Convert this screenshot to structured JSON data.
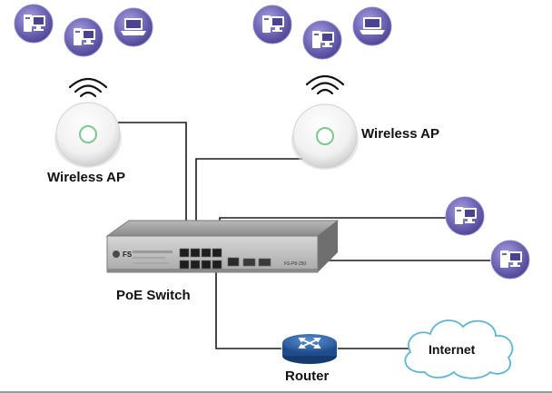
{
  "labels": {
    "ap_left": "Wireless AP",
    "ap_right": "Wireless AP",
    "switch": "PoE Switch",
    "router": "Router",
    "internet": "Internet"
  },
  "switch_face": {
    "brand": "FS",
    "model": "FS-P8-250"
  },
  "icons": {
    "client_desktop": "desktop-computer-icon",
    "client_laptop": "laptop-icon",
    "wifi_signal": "wifi-signal-icon",
    "access_point": "wireless-access-point-icon",
    "poe_switch": "network-switch-icon",
    "router": "router-icon",
    "cloud": "cloud-icon"
  },
  "colors": {
    "client_circle": "#6d64b4",
    "cable": "#1a1a1a",
    "router_blue": "#2f63a8",
    "switch_gray": "#8e8e8e"
  }
}
